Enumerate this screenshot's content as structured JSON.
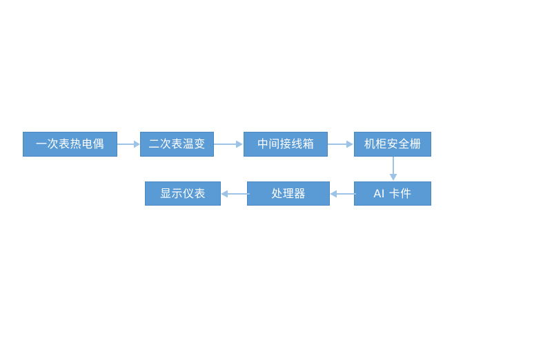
{
  "diagram": {
    "title": "",
    "background_color": "#ffffff",
    "node_fill_color": "#5B9BD5",
    "node_border_color": "#4A86C0",
    "node_text_color": "#ffffff",
    "connector_color": "#9DC3E6",
    "nodes": [
      {
        "id": "thermocouple",
        "label": "一次表热电偶"
      },
      {
        "id": "transmitter",
        "label": "二次表温变"
      },
      {
        "id": "junction_box",
        "label": "中间接线箱"
      },
      {
        "id": "safety_barrier",
        "label": "机柜安全栅"
      },
      {
        "id": "ai_card",
        "label": "AI 卡件"
      },
      {
        "id": "processor",
        "label": "处理器"
      },
      {
        "id": "display_meter",
        "label": "显示仪表"
      }
    ],
    "edges": [
      {
        "from": "thermocouple",
        "to": "transmitter",
        "direction": "right"
      },
      {
        "from": "transmitter",
        "to": "junction_box",
        "direction": "right"
      },
      {
        "from": "junction_box",
        "to": "safety_barrier",
        "direction": "right"
      },
      {
        "from": "safety_barrier",
        "to": "ai_card",
        "direction": "down"
      },
      {
        "from": "ai_card",
        "to": "processor",
        "direction": "left"
      },
      {
        "from": "processor",
        "to": "display_meter",
        "direction": "left"
      }
    ]
  }
}
